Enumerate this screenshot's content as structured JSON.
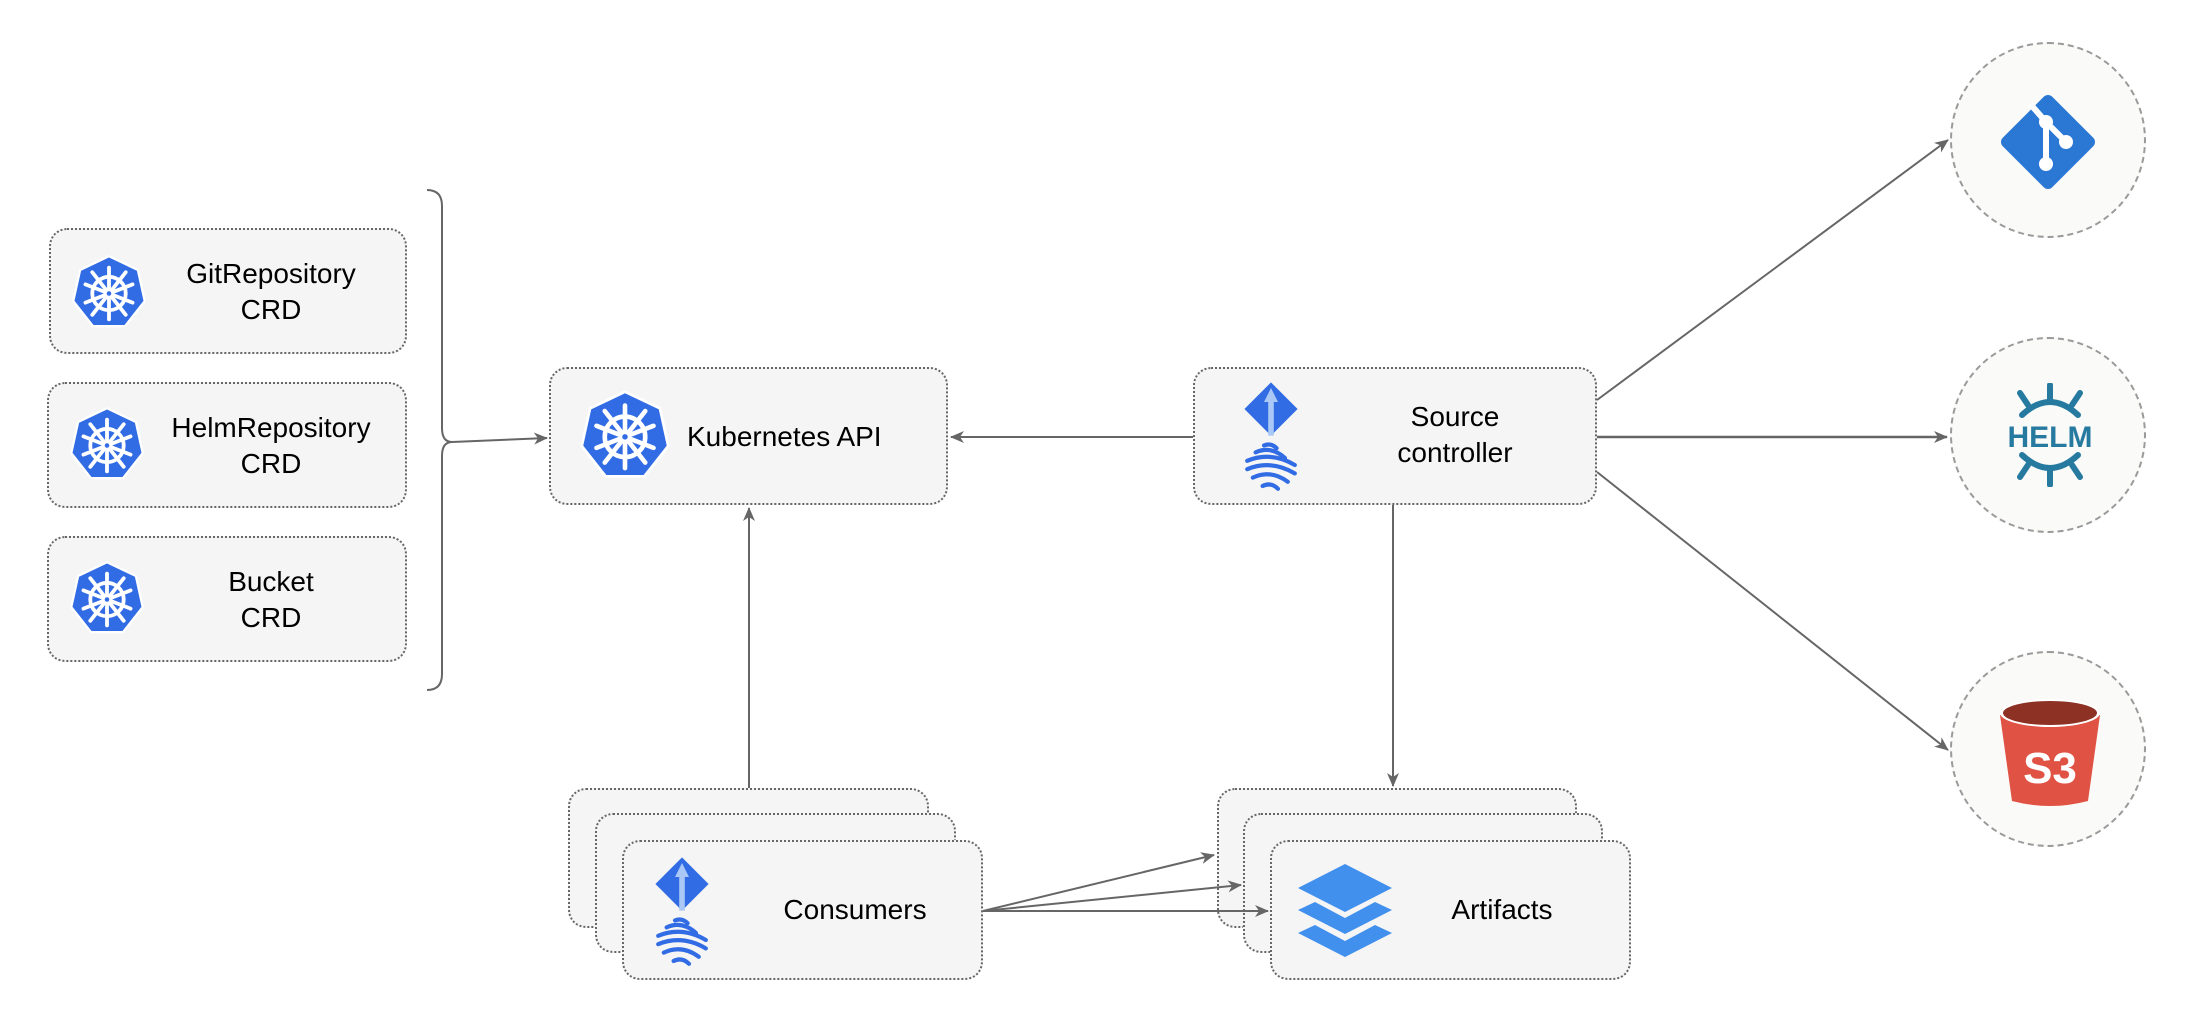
{
  "crds": [
    {
      "line1": "GitRepository",
      "line2": "CRD"
    },
    {
      "line1": "HelmRepository",
      "line2": "CRD"
    },
    {
      "line1": "Bucket",
      "line2": "CRD"
    }
  ],
  "kubernetes_api": {
    "label": "Kubernetes API"
  },
  "source_controller": {
    "line1": "Source",
    "line2": "controller"
  },
  "consumers": {
    "label": "Consumers"
  },
  "artifacts": {
    "label": "Artifacts"
  },
  "sources": {
    "git": {
      "icon": "git-icon"
    },
    "helm": {
      "icon": "helm-icon",
      "text": "HELM"
    },
    "s3": {
      "icon": "s3-bucket-icon",
      "text": "S3"
    }
  },
  "colors": {
    "kubernetes_blue": "#326ce5",
    "git_blue": "#2b78d4",
    "helm_teal": "#277a9f",
    "s3_red": "#e05243",
    "s3_dark": "#8c3123",
    "artifact_blue": "#4290ee",
    "edge": "#666666"
  }
}
